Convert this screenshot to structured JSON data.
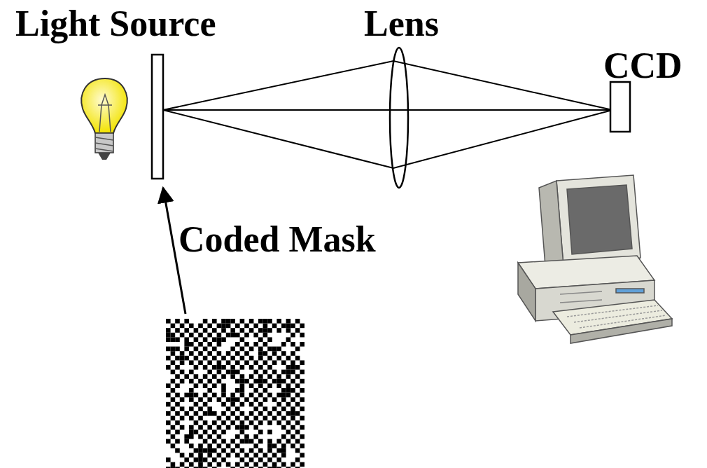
{
  "diagram": {
    "labels": [
      "Light Source",
      "Lens",
      "CCD",
      "Coded Mask"
    ]
  }
}
